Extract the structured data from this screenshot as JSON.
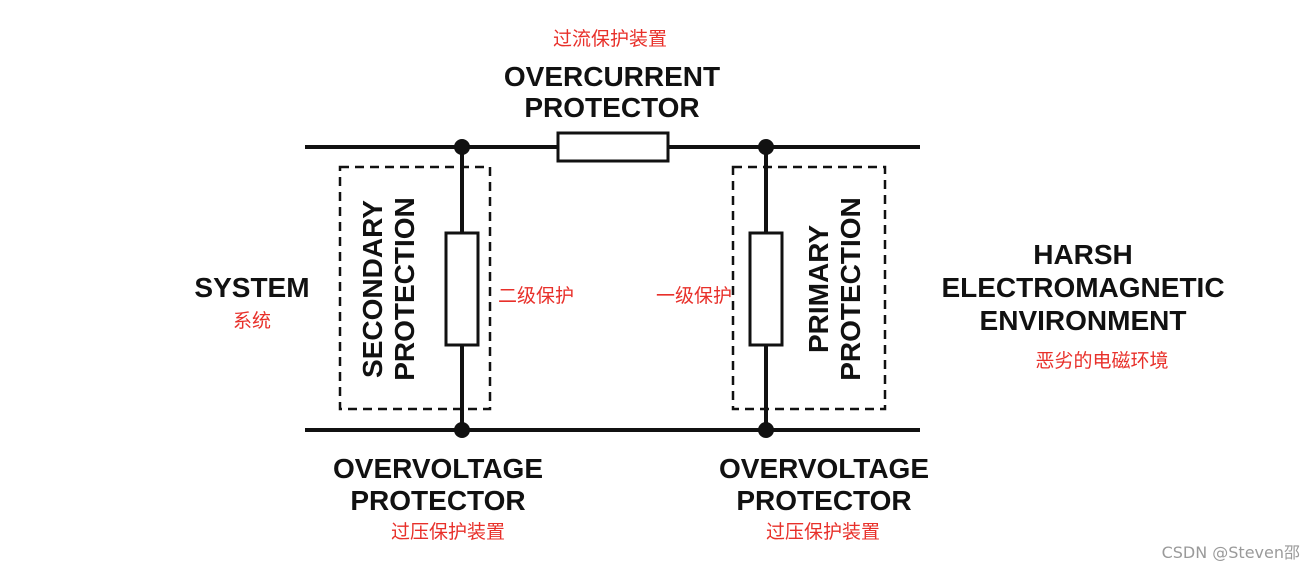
{
  "diagram": {
    "overcurrent": {
      "zh": "过流保护装置",
      "line1": "OVERCURRENT",
      "line2": "PROTECTOR"
    },
    "system": {
      "en": "SYSTEM",
      "zh": "系统"
    },
    "harsh": {
      "line1": "HARSH",
      "line2": "ELECTROMAGNETIC",
      "line3": "ENVIRONMENT",
      "zh": "恶劣的电磁环境"
    },
    "secondary": {
      "line1": "SECONDARY",
      "line2": "PROTECTION",
      "zh": "二级保护"
    },
    "primary": {
      "line1": "PRIMARY",
      "line2": "PROTECTION",
      "zh": "一级保护"
    },
    "overvoltage_left": {
      "line1": "OVERVOLTAGE",
      "line2": "PROTECTOR",
      "zh": "过压保护装置"
    },
    "overvoltage_right": {
      "line1": "OVERVOLTAGE",
      "line2": "PROTECTOR",
      "zh": "过压保护装置"
    }
  },
  "watermark": "CSDN @Steven邵",
  "colors": {
    "line": "#111111",
    "annotation_red": "#e8302a",
    "watermark": "#9a9a9a"
  }
}
